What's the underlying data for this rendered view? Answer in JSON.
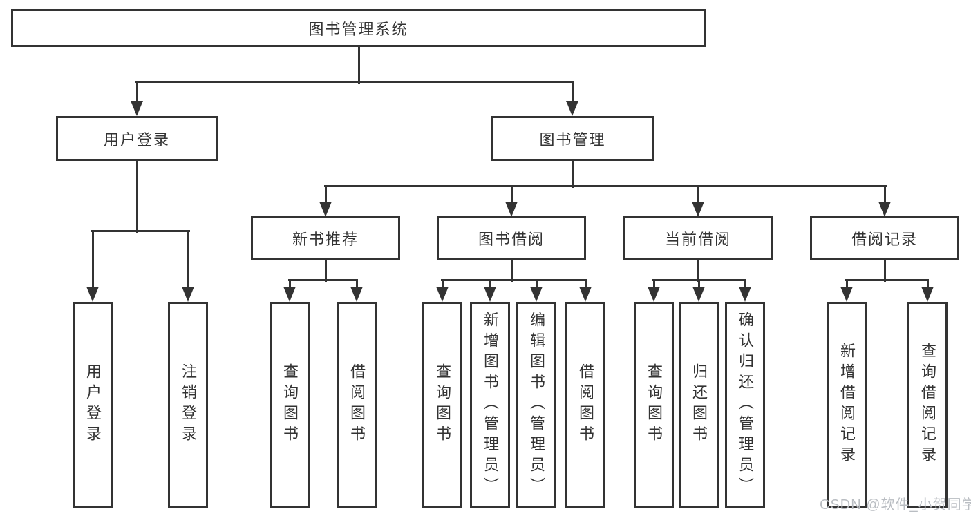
{
  "diagram": {
    "type": "hierarchy",
    "title": "图书管理系统",
    "tree": {
      "label": "图书管理系统",
      "children": [
        {
          "label": "用户登录",
          "children": [
            {
              "label": "用户登录"
            },
            {
              "label": "注销登录"
            }
          ]
        },
        {
          "label": "图书管理",
          "children": [
            {
              "label": "新书推荐",
              "children": [
                {
                  "label": "查询图书"
                },
                {
                  "label": "借阅图书"
                }
              ]
            },
            {
              "label": "图书借阅",
              "children": [
                {
                  "label": "查询图书"
                },
                {
                  "label": "新增图书（管理员）"
                },
                {
                  "label": "编辑图书（管理员）"
                },
                {
                  "label": "借阅图书"
                }
              ]
            },
            {
              "label": "当前借阅",
              "children": [
                {
                  "label": "查询图书"
                },
                {
                  "label": "归还图书"
                },
                {
                  "label": "确认归还（管理员）"
                }
              ]
            },
            {
              "label": "借阅记录",
              "children": [
                {
                  "label": "新增借阅记录"
                },
                {
                  "label": "查询借阅记录"
                }
              ]
            }
          ]
        }
      ]
    }
  },
  "watermark": {
    "text": "CSDN @软件_小贺同学",
    "color": "#b9bdc2"
  },
  "colors": {
    "line": "#333333",
    "text": "#333333",
    "background": "#ffffff"
  }
}
